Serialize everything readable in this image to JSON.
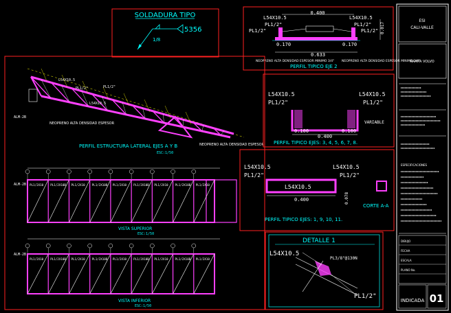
{
  "colors": {
    "background": "#000000",
    "frame": "#ff2020",
    "steel": "#ff40ff",
    "linework": "#ffffff",
    "dimension": "#00ffff",
    "callout": "#ffff00",
    "grid": "#ff6060",
    "titleblock": "#ffffff"
  },
  "weld_box": {
    "title": "SOLDADURA TIPO",
    "symbol_value": "5356",
    "leg_size": "1/8"
  },
  "perfil_tipico_eje_2": {
    "title": "PERFIL TIPICO EJE 2",
    "label_left": "L54X10.5",
    "label_right": "L54X10.5",
    "plate_left": "PL1/2\"",
    "plate_right": "PL1/2\"",
    "dim_top": "0.400",
    "dim_left": "0.170",
    "dim_right": "0.170",
    "dim_bottom": "0.633",
    "dim_height": "0.017",
    "note_left": "NEOPRENO ALTA DENSIDAD ESPESOR MINIMO 3/4\"",
    "note_right": "NEOPRENO ALTA DENSIDAD ESPESOR MINIMO 3/4\""
  },
  "perfil_tipico_ejes_3": {
    "title": "PERFIL TIPICO EJES: 3, 4, 5, 6, 7, 8.",
    "label_left": "L54X10.5",
    "label_right": "L54X10.5",
    "plate_left": "PL1/2\"",
    "plate_right": "PL1/2\"",
    "variable": "VARIABLE",
    "dim_left": "0.100",
    "dim_right": "0.100",
    "dim_bottom": "0.400"
  },
  "perfil_tipico_ejes_1": {
    "title": "PERFIL TIPICO EJES: 1, 9, 10, 11.",
    "label_left": "L54X10.5",
    "label_right": "L54X10.5",
    "label_center": "L54X10.5",
    "plate_left": "PL1/2\"",
    "plate_right": "PL1/2\"",
    "dim_bottom": "0.400",
    "dim_height": "0.078",
    "section_title": "CORTE A-A"
  },
  "detalle_1": {
    "title": "DETALLE 1",
    "label_angle": "L54X10.5",
    "label_plate_bolt": "PL3/8\"@130N",
    "label_plate": "PL1/2\""
  },
  "main_views": {
    "lateral_title": "PERFIL ESTRUCTURA LATERAL EJES A Y B",
    "lateral_scale": "ESC:1/50",
    "superior_title": "VISTA SUPERIOR",
    "superior_scale": "ESC:1/50",
    "inferior_title": "VISTA INFERIOR",
    "inferior_scale": "ESC:1/50",
    "neoprene_note": "NEOPRENO ALTA DENSIDAD ESPESOR",
    "member_tag_a": "L54X10.5",
    "member_tag_b": "PL1/2\"",
    "member_tag_c": "PL1/2X10B",
    "member_tag_d": "PL1/2X10",
    "axis_tag": "ALM-2B"
  },
  "title_block": {
    "company_line1": "ESI",
    "company_line2": "CALI-VALLE",
    "project": "RAMPA VOLVO",
    "drawing_no": "01",
    "stamp": "INDICADA",
    "notes_heading": "ESPECIFICACIONES",
    "row_dibujo": "DIBUJO",
    "row_fecha": "FECHA",
    "row_escala": "ESCALA",
    "row_plano": "PLANO No."
  }
}
